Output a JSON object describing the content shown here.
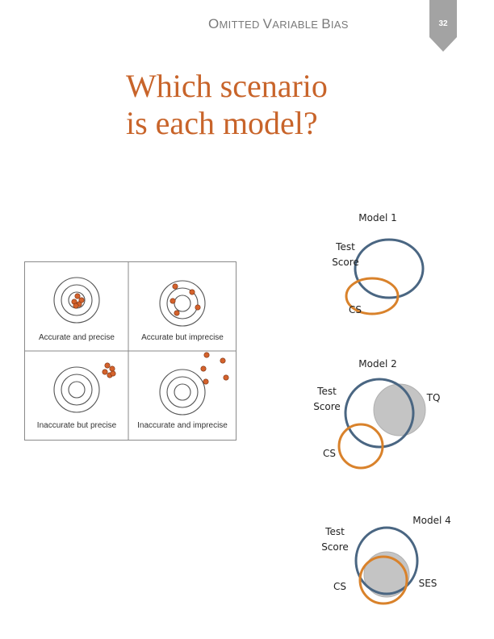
{
  "header": {
    "title_parts": [
      [
        "O",
        "MITTED "
      ],
      [
        "V",
        "ARIABLE "
      ],
      [
        "B",
        "IAS"
      ]
    ]
  },
  "slide_number": "32",
  "title_lines": [
    "Which scenario",
    "is each model?"
  ],
  "targets": [
    {
      "label": "Accurate and precise"
    },
    {
      "label": "Accurate but imprecise"
    },
    {
      "label": "Inaccurate but precise"
    },
    {
      "label": "Inaccurate and imprecise"
    }
  ],
  "models": {
    "model1": {
      "label": "Model 1",
      "test_score": [
        "Test",
        "Score"
      ],
      "cs": "CS"
    },
    "model2": {
      "label": "Model 2",
      "test_score": [
        "Test",
        "Score"
      ],
      "cs": "CS",
      "tq": "TQ"
    },
    "model4": {
      "label": "Model 4",
      "test_score": [
        "Test",
        "Score"
      ],
      "cs": "CS",
      "ses": "SES"
    }
  },
  "colors": {
    "accent": "#c8642a",
    "blue_circle": "#4a6682",
    "orange_circle": "#d9822b",
    "gray_circle": "#c4c4c4",
    "badge": "#a3a3a3",
    "dot": "#d4622c"
  }
}
